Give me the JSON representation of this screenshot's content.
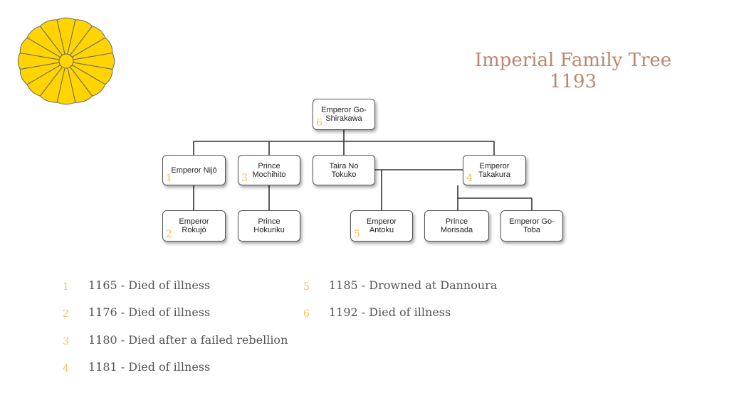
{
  "title": {
    "line1": "Imperial Family Tree",
    "line2": "1193"
  },
  "emblem": {
    "icon": "chrysanthemum-seal-icon",
    "fill": "#ffd400",
    "stroke": "#666666"
  },
  "colors": {
    "number": "#f2c45a",
    "title": "#b9876e"
  },
  "tree": {
    "go_shirakawa": {
      "label": "Emperor Go-Shirakawa",
      "number": "6"
    },
    "nijo": {
      "label": "Emperor Nijō",
      "number": "1"
    },
    "mochihito": {
      "label": "Prince Mochihito",
      "number": "3"
    },
    "tokuko": {
      "label": "Taira No Tokuko"
    },
    "takakura": {
      "label": "Emperor Takakura",
      "number": "4"
    },
    "rokujo": {
      "label": "Emperor Rokujō",
      "number": "2"
    },
    "hokuriku": {
      "label": "Prince Hokuriku"
    },
    "antoku": {
      "label": "Emperor Antoku",
      "number": "5"
    },
    "morisada": {
      "label": "Prince Morisada"
    },
    "go_toba": {
      "label": "Emperor Go-Toba"
    }
  },
  "legend": [
    {
      "number": "1",
      "text": "1165 - Died of illness"
    },
    {
      "number": "2",
      "text": "1176 - Died of illness"
    },
    {
      "number": "3",
      "text": "1180 - Died after a failed rebellion"
    },
    {
      "number": "4",
      "text": "1181 - Died of illness"
    },
    {
      "number": "5",
      "text": "1185 - Drowned at Dannoura"
    },
    {
      "number": "6",
      "text": "1192 - Died of illness"
    }
  ]
}
